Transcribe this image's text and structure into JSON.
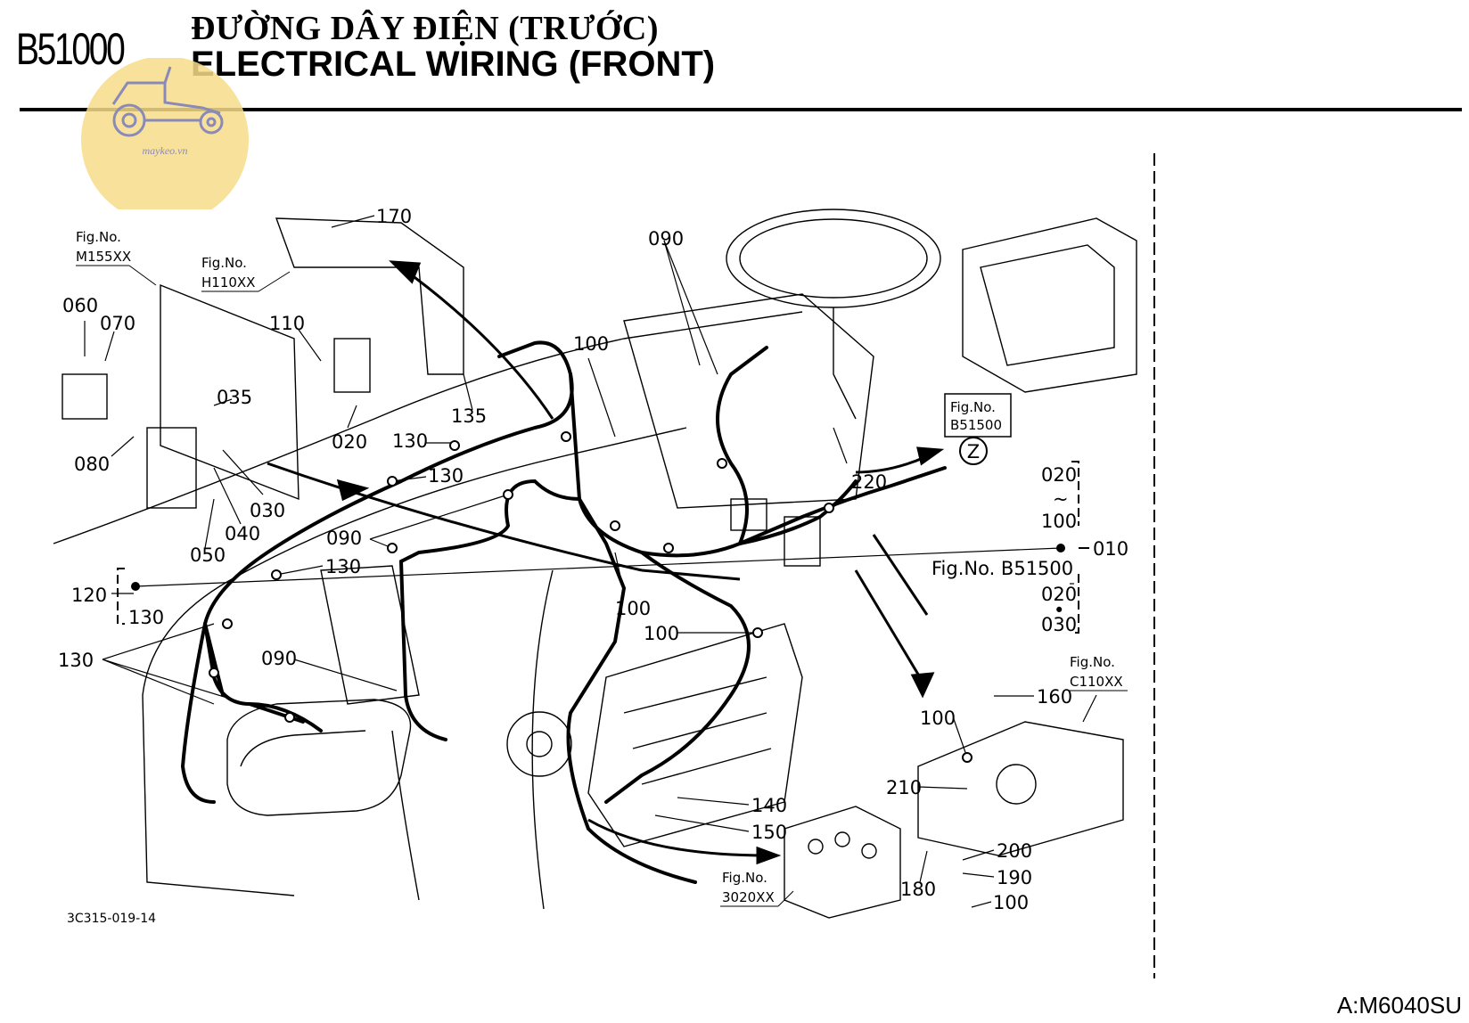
{
  "header": {
    "code": "B51000",
    "title_vi": "ĐƯỜNG DÂY ĐIỆN (TRƯỚC)",
    "title_en": "ELECTRICAL WIRING (FRONT)",
    "logo_text": "maykeo.vn",
    "logo_color": "#f7dd8a"
  },
  "refs": {
    "m155": [
      "Fig.No.",
      "M155XX"
    ],
    "h110": [
      "Fig.No.",
      "H110XX"
    ],
    "b51500": [
      "Fig.No.",
      "B51500"
    ],
    "c110": [
      "Fig.No.",
      "C110XX"
    ],
    "f3020": [
      "Fig.No.",
      "3020XX"
    ],
    "b51500_inline": "Fig.No. B51500"
  },
  "callouts": {
    "p170": "170",
    "p090_top": "090",
    "p060": "060",
    "p070": "070",
    "p110": "110",
    "p100_top": "100",
    "p035": "035",
    "p135": "135",
    "p020": "020",
    "p130_a": "130",
    "p080": "080",
    "p130_b": "130",
    "p030": "030",
    "p220": "220",
    "p040": "040",
    "p090_mid": "090",
    "p050": "050",
    "p130_c": "130",
    "p120": "120",
    "p130_d": "130",
    "p100_mid": "100",
    "p100_b": "100",
    "p090_low": "090",
    "p130_left": "130",
    "p160": "160",
    "p100_r": "100",
    "p210": "210",
    "p140": "140",
    "p150": "150",
    "p200": "200",
    "p190": "190",
    "p180": "180",
    "p100_bot": "100",
    "z": "Z"
  },
  "range": {
    "r1_from": "020",
    "r1_sep": "~",
    "r1_to": "100",
    "main": "010",
    "r2_from": "020",
    "r2_sep": "•",
    "r2_to": "030"
  },
  "illustration_id": "3C315-019-14",
  "model": "A:M6040SU"
}
